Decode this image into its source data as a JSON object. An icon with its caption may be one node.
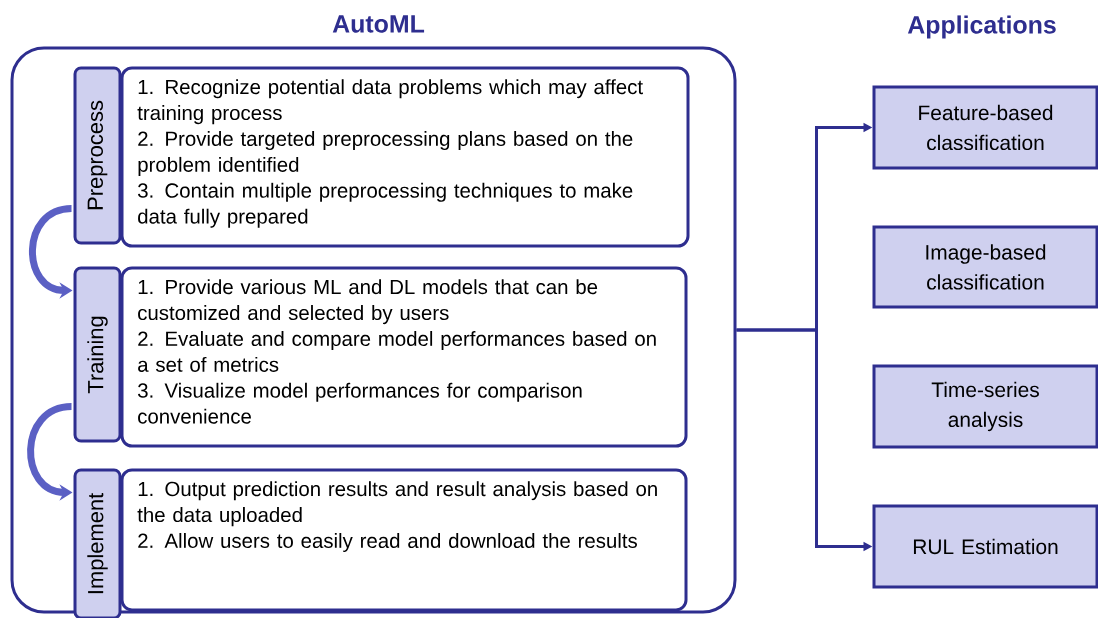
{
  "diagram": {
    "nodes": [
      {
        "text": [
          "AutoML"
        ]
      },
      {
        "text": [
          "Preprocess"
        ],
        "in": 0
      },
      {
        "text": [
          "1. Recognize potential data problems which may affect training process",
          "2. Provide targeted preprocessing plans based on the problem identified",
          "3. Contain multiple preprocessing techniques to make data fully prepared"
        ],
        "in": 0
      },
      {
        "text": [
          "Training"
        ],
        "in": 0
      },
      {
        "text": [
          "1. Provide various ML and DL models that can be customized and selected by users",
          "2. Evaluate and compare model performances based on a set of metrics",
          "3. Visualize model performances for comparison convenience"
        ],
        "in": 0
      },
      {
        "text": [
          "Implement"
        ],
        "in": 0
      },
      {
        "text": [
          "1.  Output prediction results and result analysis based on the data uploaded",
          "2. Allow users to easily read and download the results"
        ],
        "in": 0
      },
      {
        "text": [
          "Feature-based classification"
        ]
      },
      {
        "text": [
          "Image-based classification"
        ]
      },
      {
        "text": [
          "Time-series analysis"
        ]
      },
      {
        "text": [
          "RUL Estimation"
        ]
      }
    ],
    "edges": [
      {
        "from": 1,
        "to": 3,
        "arrow": "to",
        "style": "thick",
        "color": "#5b60c4"
      },
      {
        "from": 3,
        "to": 5,
        "arrow": "to",
        "style": "thick",
        "color": "#5b60c4"
      },
      {
        "from": 0,
        "to": 7,
        "arrow": "to"
      },
      {
        "from": 0,
        "to": 10,
        "arrow": "to"
      }
    ],
    "labels": [
      "Applications"
    ]
  }
}
